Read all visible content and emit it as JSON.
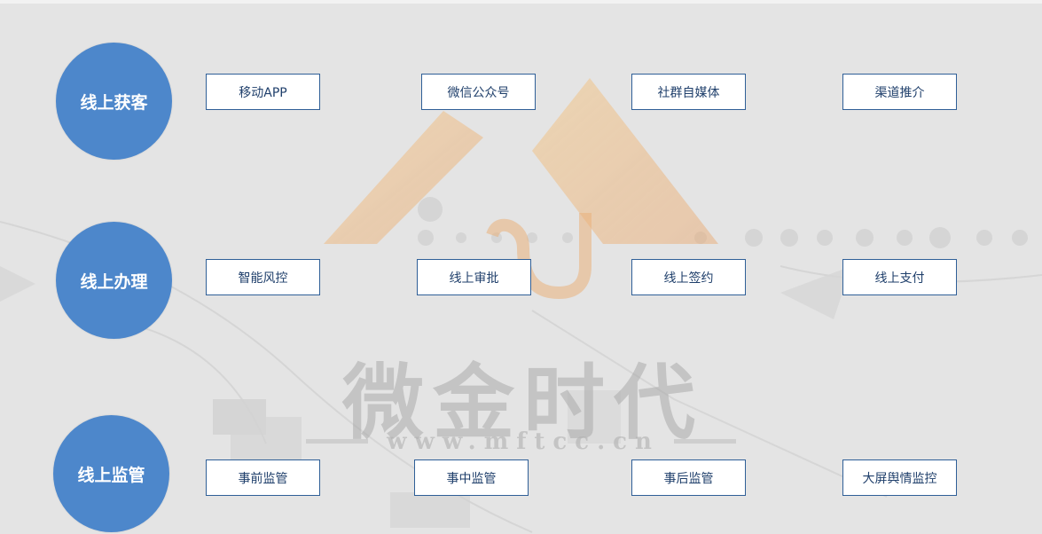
{
  "colors": {
    "circle": "#4d87cb",
    "box_border": "#2f5f97",
    "box_text": "#1f3f6b",
    "background": "#e6e6e6",
    "logo_orange": "#f0b46a"
  },
  "watermark": {
    "brand": "微金时代",
    "url": "www.mftcc.cn"
  },
  "rows": [
    {
      "title": "线上获客",
      "items": [
        "移动APP",
        "微信公众号",
        "社群自媒体",
        "渠道推介"
      ]
    },
    {
      "title": "线上办理",
      "items": [
        "智能风控",
        "线上审批",
        "线上签约",
        "线上支付"
      ]
    },
    {
      "title": "线上监管",
      "items": [
        "事前监管",
        "事中监管",
        "事后监管",
        "大屏舆情监控"
      ]
    }
  ]
}
